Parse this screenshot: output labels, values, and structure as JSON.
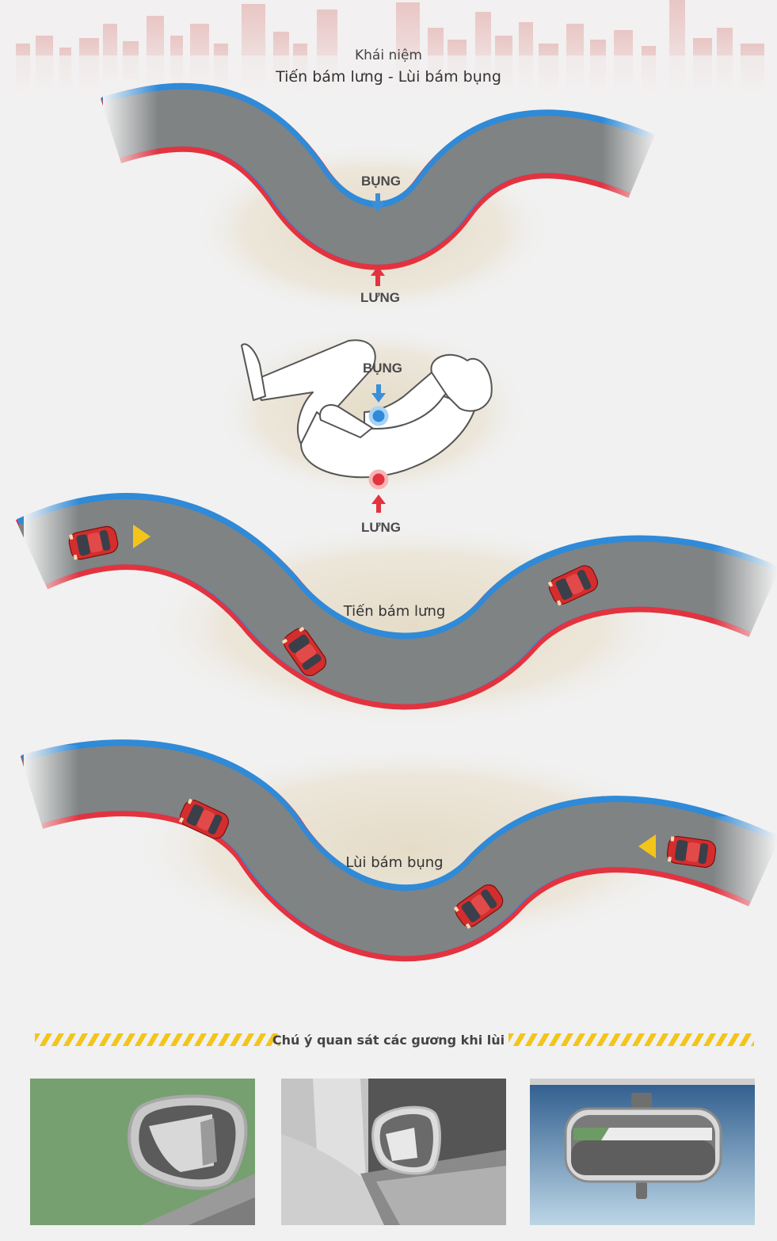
{
  "header": {
    "concept": "Khái niệm",
    "title": "Tiến bám lưng - Lùi bám bụng"
  },
  "road_top": {
    "belly_label": "BỤNG",
    "back_label": "LƯNG"
  },
  "person": {
    "belly_label": "BỤNG",
    "back_label": "LƯNG"
  },
  "road_forward": {
    "caption": "Tiến bám lưng"
  },
  "road_reverse": {
    "caption": "Lùi bám bụng"
  },
  "mirrors": {
    "heading": "Chú ý quan sát các gương khi lùi",
    "panels": [
      "left-side-mirror",
      "right-side-mirror",
      "rear-view-mirror"
    ]
  },
  "colors": {
    "road": "#7f8384",
    "outer_edge": "#e2333f",
    "inner_edge": "#2f8ad8",
    "arrow": "#f3c51a",
    "car": "#d42d2d"
  }
}
